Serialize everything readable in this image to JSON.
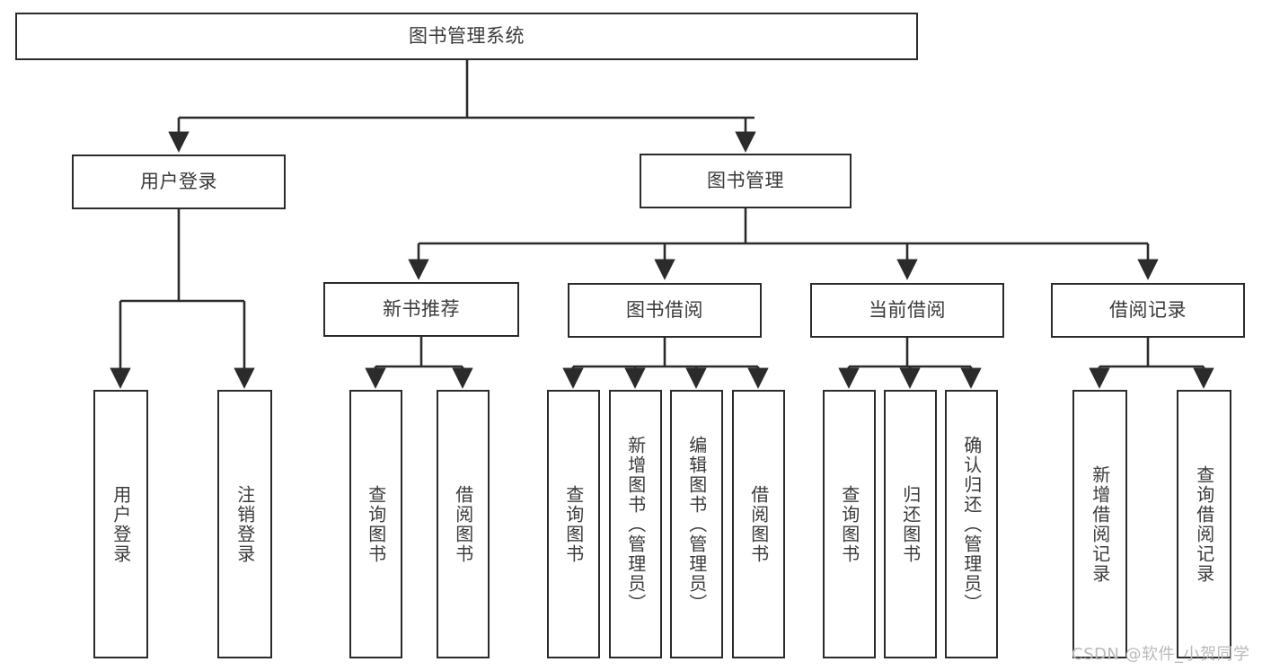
{
  "diagram": {
    "type": "hierarchy-tree",
    "title": "图书管理系统",
    "colors": {
      "stroke": "#2b2b2b",
      "box_fill": "#ffffff",
      "text": "#3a3a3a",
      "background": "#ffffff",
      "watermark": "#b9b9b9"
    },
    "root": {
      "id": "root",
      "label": "图书管理系统",
      "orientation": "horizontal"
    },
    "level2": [
      {
        "id": "user-login",
        "label": "用户登录",
        "orientation": "horizontal"
      },
      {
        "id": "book-manage",
        "label": "图书管理",
        "orientation": "horizontal"
      }
    ],
    "level3": [
      {
        "id": "new-book-recommend",
        "label": "新书推荐",
        "orientation": "horizontal"
      },
      {
        "id": "book-borrow",
        "label": "图书借阅",
        "orientation": "horizontal"
      },
      {
        "id": "current-borrow",
        "label": "当前借阅",
        "orientation": "horizontal"
      },
      {
        "id": "borrow-record",
        "label": "借阅记录",
        "orientation": "horizontal"
      }
    ],
    "leaves": [
      {
        "id": "leaf-user-login",
        "parent": "user-login",
        "label": "用户登录",
        "orientation": "vertical"
      },
      {
        "id": "leaf-logout",
        "parent": "user-login",
        "label": "注销登录",
        "orientation": "vertical"
      },
      {
        "id": "leaf-query-book-1",
        "parent": "new-book-recommend",
        "label": "查询图书",
        "orientation": "vertical"
      },
      {
        "id": "leaf-borrow-book-1",
        "parent": "new-book-recommend",
        "label": "借阅图书",
        "orientation": "vertical"
      },
      {
        "id": "leaf-query-book-2",
        "parent": "book-borrow",
        "label": "查询图书",
        "orientation": "vertical"
      },
      {
        "id": "leaf-add-book",
        "parent": "book-borrow",
        "label": "新增图书（管理员）",
        "orientation": "vertical"
      },
      {
        "id": "leaf-edit-book",
        "parent": "book-borrow",
        "label": "编辑图书（管理员）",
        "orientation": "vertical"
      },
      {
        "id": "leaf-borrow-book-2",
        "parent": "book-borrow",
        "label": "借阅图书",
        "orientation": "vertical"
      },
      {
        "id": "leaf-query-book-3",
        "parent": "current-borrow",
        "label": "查询图书",
        "orientation": "vertical"
      },
      {
        "id": "leaf-return-book",
        "parent": "current-borrow",
        "label": "归还图书",
        "orientation": "vertical"
      },
      {
        "id": "leaf-confirm-return",
        "parent": "current-borrow",
        "label": "确认归还（管理员）",
        "orientation": "vertical"
      },
      {
        "id": "leaf-add-record",
        "parent": "borrow-record",
        "label": "新增借阅记录",
        "orientation": "vertical"
      },
      {
        "id": "leaf-query-record",
        "parent": "borrow-record",
        "label": "查询借阅记录",
        "orientation": "vertical"
      }
    ]
  },
  "watermark": {
    "text": "CSDN @软件_小贺同学"
  }
}
